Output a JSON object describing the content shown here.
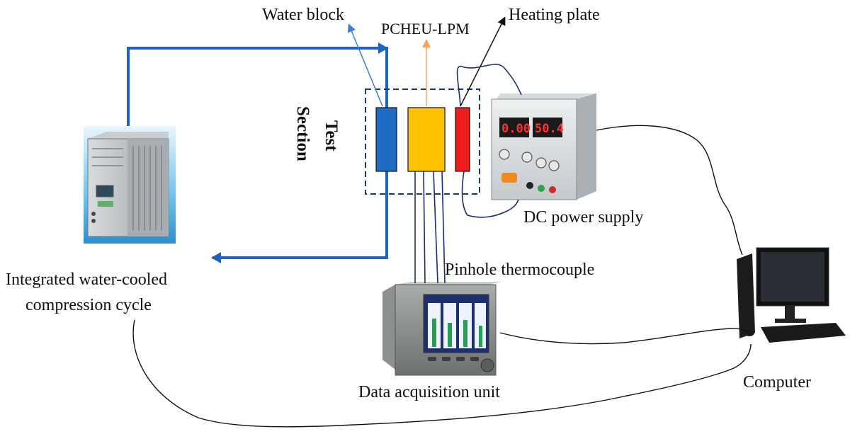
{
  "labels": {
    "water_block": "Water block",
    "pcheu_lpm": "PCHEU-LPM",
    "heating_plate": "Heating plate",
    "test": "Test",
    "section": "Section",
    "dc_power_supply": "DC power supply",
    "pinhole_thermocouple": "Pinhole thermocouple",
    "chiller_line1": "Integrated water-cooled",
    "chiller_line2": "compression cycle",
    "data_acquisition_unit": "Data acquisition unit",
    "computer": "Computer"
  },
  "dc_display": {
    "left": "0.00",
    "right": "50.4"
  },
  "colors": {
    "water_pipe": "#1e62c8",
    "water_block": "#1f6cc4",
    "pcheu": "#ffc000",
    "heating_plate": "#ee1c1c",
    "pcheu_arrow": "#f4a460",
    "wire": "#1c2c7a"
  }
}
